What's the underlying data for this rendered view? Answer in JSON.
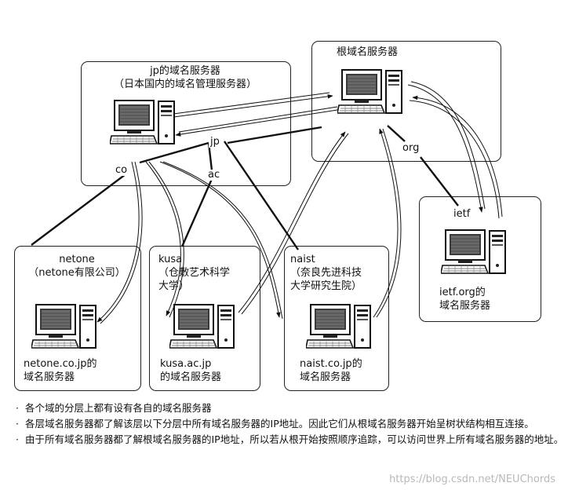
{
  "title": "",
  "colors": {
    "line": "#111111",
    "box": "#222222",
    "watermark": "#b8b8b8"
  },
  "boxes": {
    "jp": {
      "line1": "jp的域名服务器",
      "line2": "（日本国内的域名管理服务器）"
    },
    "root": {
      "line1": "根域名服务器"
    },
    "netone": {
      "name": "netone",
      "desc": "（netone有限公司）",
      "server1": "netone.co.jp的",
      "server2": "域名服务器"
    },
    "kusa": {
      "name": "kusa",
      "desc1": "（仓敷艺术科学",
      "desc2": "大学）",
      "server1": "kusa.ac.jp",
      "server2": "的域名服务器"
    },
    "naist": {
      "name": "naist",
      "desc1": "（奈良先进科技",
      "desc2": "大学研究生院）",
      "server1": "naist.co.jp的",
      "server2": "域名服务器"
    },
    "ietf": {
      "name": "ietf",
      "server1": "ietf.org的",
      "server2": "域名服务器"
    }
  },
  "tree_labels": {
    "jp": "jp",
    "ac": "ac",
    "co": "co",
    "org": "org"
  },
  "icons": [
    "computer-icon"
  ],
  "notes": [
    "各个域的分层上都有设有各自的域名服务器",
    "各层域名服务器都了解该层以下分层中所有域名服务器的IP地址。因此它们从根域名服务器开始呈树状结构相互连接。",
    "由于所有域名服务器都了解根域名服务器的IP地址，所以若从根开始按照顺序追踪，可以访问世界上所有域名服务器的地址。"
  ],
  "bullet": "·",
  "watermark": "https://blog.csdn.net/NEUChords"
}
